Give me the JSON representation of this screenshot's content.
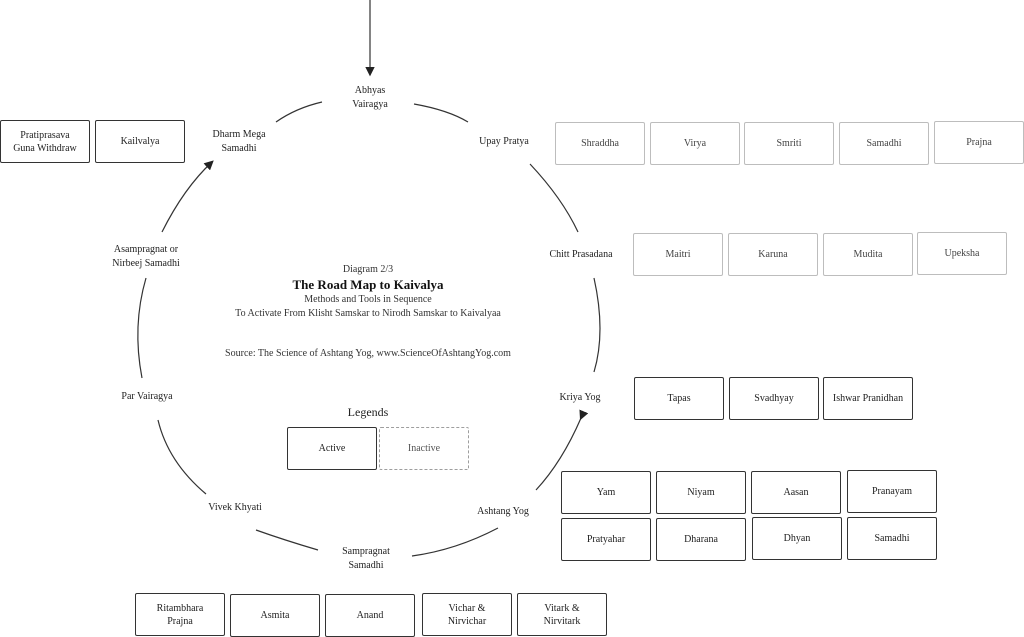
{
  "diagram": {
    "label": "Diagram 2/3",
    "title": "The Road Map to Kaivalya",
    "subtitle_1": "Methods and Tools in Sequence",
    "subtitle_2": "To Activate From Klisht Samskar to Nirodh Samskar to Kaivalyaa",
    "source": "Source: The Science of Ashtang Yog, www.ScienceOfAshtangYog.com"
  },
  "legend": {
    "title": "Legends",
    "active": "Active",
    "inactive": "Inactive"
  },
  "cycle": {
    "abhyas": {
      "line1": "Abhyas",
      "line2": "Vairagya"
    },
    "upay_pratya": "Upay Pratya",
    "chitt_prasadana": "Chitt Prasadana",
    "kriya_yog": "Kriya Yog",
    "ashtang_yog": "Ashtang Yog",
    "sampragnat": {
      "line1": "Sampragnat",
      "line2": "Samadhi"
    },
    "vivek_khyati": "Vivek Khyati",
    "par_vairagya": "Par Vairagya",
    "asampragnat": {
      "line1": "Asampragnat or",
      "line2": "Nirbeej Samadhi"
    },
    "dharm_mega": {
      "line1": "Dharm Mega",
      "line2": "Samadhi"
    }
  },
  "upay_boxes": [
    "Shraddha",
    "Virya",
    "Smriti",
    "Samadhi",
    "Prajna"
  ],
  "chitt_boxes": [
    "Maitri",
    "Karuna",
    "Mudita",
    "Upeksha"
  ],
  "kriya_boxes": [
    "Tapas",
    "Svadhyay",
    "Ishwar Pranidhan"
  ],
  "ashtang_boxes": [
    "Yam",
    "Niyam",
    "Aasan",
    "Pranayam",
    "Pratyahar",
    "Dharana",
    "Dhyan",
    "Samadhi"
  ],
  "sampragnat_boxes": [
    {
      "line1": "Ritambhara",
      "line2": "Prajna"
    },
    {
      "line1": "Asmita",
      "line2": ""
    },
    {
      "line1": "Anand",
      "line2": ""
    },
    {
      "line1": "Vichar &",
      "line2": "Nirvichar"
    },
    {
      "line1": "Vitark &",
      "line2": "Nirvitark"
    }
  ],
  "kaivalya_boxes": [
    {
      "line1": "Pratiprasava",
      "line2": "Guna Withdraw"
    },
    {
      "line1": "Kailvalya",
      "line2": ""
    }
  ]
}
